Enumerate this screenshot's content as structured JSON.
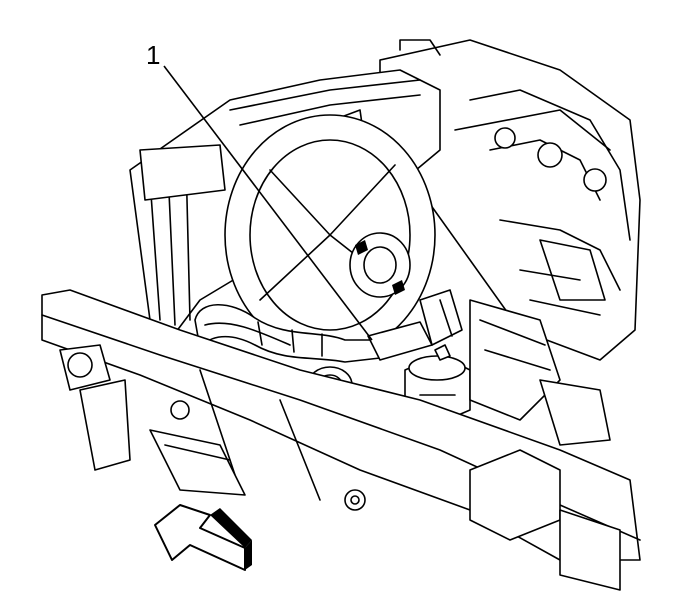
{
  "diagram": {
    "callouts": [
      {
        "label": "1",
        "target": "coolant-hose"
      }
    ],
    "direction_arrow": "front-of-vehicle-arrow"
  }
}
